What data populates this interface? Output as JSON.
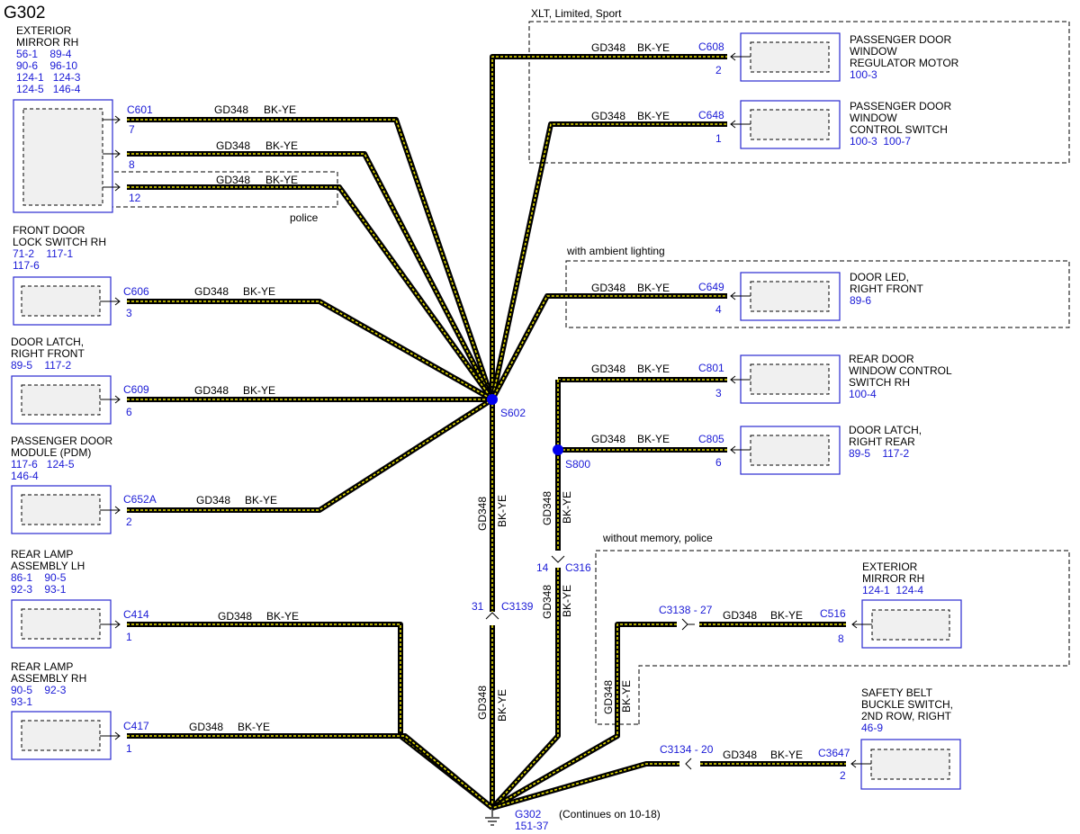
{
  "title": "G302",
  "colors": {
    "wire_outer": "#000000",
    "wire_inner": "#e8e000",
    "ref_blue": "#1a1ad6",
    "splice": "#0000ee"
  },
  "groups": {
    "xlt": "XLT, Limited, Sport",
    "police": "police",
    "ambient": "with ambient lighting",
    "nomem": "without memory, police"
  },
  "components": {
    "ext_mirror_l": {
      "name1": "EXTERIOR",
      "name2": "MIRROR RH",
      "r1": "56-1    89-4",
      "r2": "90-6    96-10",
      "r3": "124-1   124-3",
      "r4": "124-5   146-4"
    },
    "front_lock": {
      "name1": "FRONT DOOR",
      "name2": "LOCK SWITCH RH",
      "r1": "71-2    117-1",
      "r2": "117-6"
    },
    "latch_front": {
      "name1": "DOOR LATCH,",
      "name2": "RIGHT FRONT",
      "r1": "89-5    117-2"
    },
    "pdm": {
      "name1": "PASSENGER DOOR",
      "name2": "MODULE (PDM)",
      "r1": "117-6   124-5",
      "r2": "146-4"
    },
    "lamp_lh": {
      "name1": "REAR LAMP",
      "name2": "ASSEMBLY LH",
      "r1": "86-1    90-5",
      "r2": "92-3    93-1"
    },
    "lamp_rh": {
      "name1": "REAR LAMP",
      "name2": "ASSEMBLY RH",
      "r1": "90-5    92-3",
      "r2": "93-1"
    },
    "win_motor": {
      "name1": "PASSENGER DOOR",
      "name2": "WINDOW",
      "name3": "REGULATOR MOTOR",
      "r1": "100-3"
    },
    "win_switch": {
      "name1": "PASSENGER DOOR",
      "name2": "WINDOW",
      "name3": "CONTROL SWITCH",
      "r1": "100-3  100-7"
    },
    "door_led": {
      "name1": "DOOR LED,",
      "name2": "RIGHT FRONT",
      "r1": "89-6"
    },
    "rear_win": {
      "name1": "REAR DOOR",
      "name2": "WINDOW CONTROL",
      "name3": "SWITCH RH",
      "r1": "100-4"
    },
    "latch_rear": {
      "name1": "DOOR LATCH,",
      "name2": "RIGHT REAR",
      "r1": "89-5    117-2"
    },
    "ext_mirror_r": {
      "name1": "EXTERIOR",
      "name2": "MIRROR RH",
      "r1": "124-1  124-4"
    },
    "belt": {
      "name1": "SAFETY BELT",
      "name2": "BUCKLE SWITCH,",
      "name3": "2ND ROW, RIGHT",
      "r1": "46-9"
    }
  },
  "connectors": {
    "c601": {
      "id": "C601",
      "pin": "7"
    },
    "c601b": {
      "pin": "8"
    },
    "c601c": {
      "pin": "12"
    },
    "c606": {
      "id": "C606",
      "pin": "3"
    },
    "c609": {
      "id": "C609",
      "pin": "6"
    },
    "c652a": {
      "id": "C652A",
      "pin": "2"
    },
    "c414": {
      "id": "C414",
      "pin": "1"
    },
    "c417": {
      "id": "C417",
      "pin": "1"
    },
    "c608": {
      "id": "C608",
      "pin": "2"
    },
    "c648": {
      "id": "C648",
      "pin": "1"
    },
    "c649": {
      "id": "C649",
      "pin": "4"
    },
    "c801": {
      "id": "C801",
      "pin": "3"
    },
    "c805": {
      "id": "C805",
      "pin": "6"
    },
    "c516": {
      "id": "C516",
      "pin": "8"
    },
    "c3647": {
      "id": "C3647",
      "pin": "2"
    },
    "c3139": {
      "id": "C3139",
      "pin": "31"
    },
    "c316": {
      "id": "C316",
      "pin": "14"
    },
    "c3138": {
      "label": "C3138  - 27"
    },
    "c3134": {
      "label": "C3134  - 20"
    }
  },
  "wire": {
    "circuit": "GD348",
    "color": "BK-YE"
  },
  "splices": {
    "s602": "S602",
    "s800": "S800"
  },
  "ground": {
    "id": "G302",
    "ref": "151-37",
    "note": "(Continues on 10-18)"
  }
}
